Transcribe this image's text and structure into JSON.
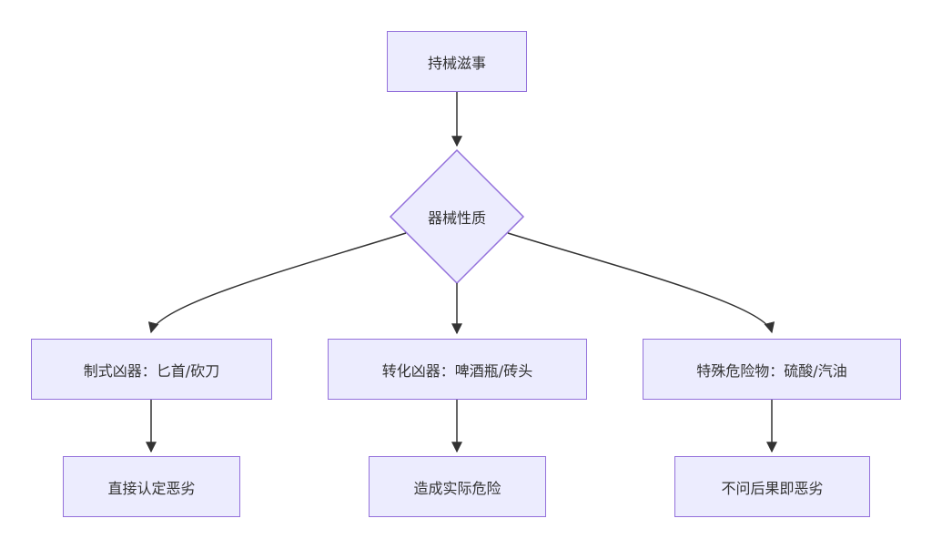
{
  "diagram": {
    "start": "持械滋事",
    "decision": "器械性质",
    "branches": [
      {
        "category": "制式凶器：匕首/砍刀",
        "outcome": "直接认定恶劣"
      },
      {
        "category": "转化凶器：啤酒瓶/砖头",
        "outcome": "造成实际危险"
      },
      {
        "category": "特殊危险物：硫酸/汽油",
        "outcome": "不问后果即恶劣"
      }
    ]
  },
  "colors": {
    "node_fill": "#ececfe",
    "node_stroke": "#9370db",
    "edge": "#333333",
    "text": "#333333"
  }
}
